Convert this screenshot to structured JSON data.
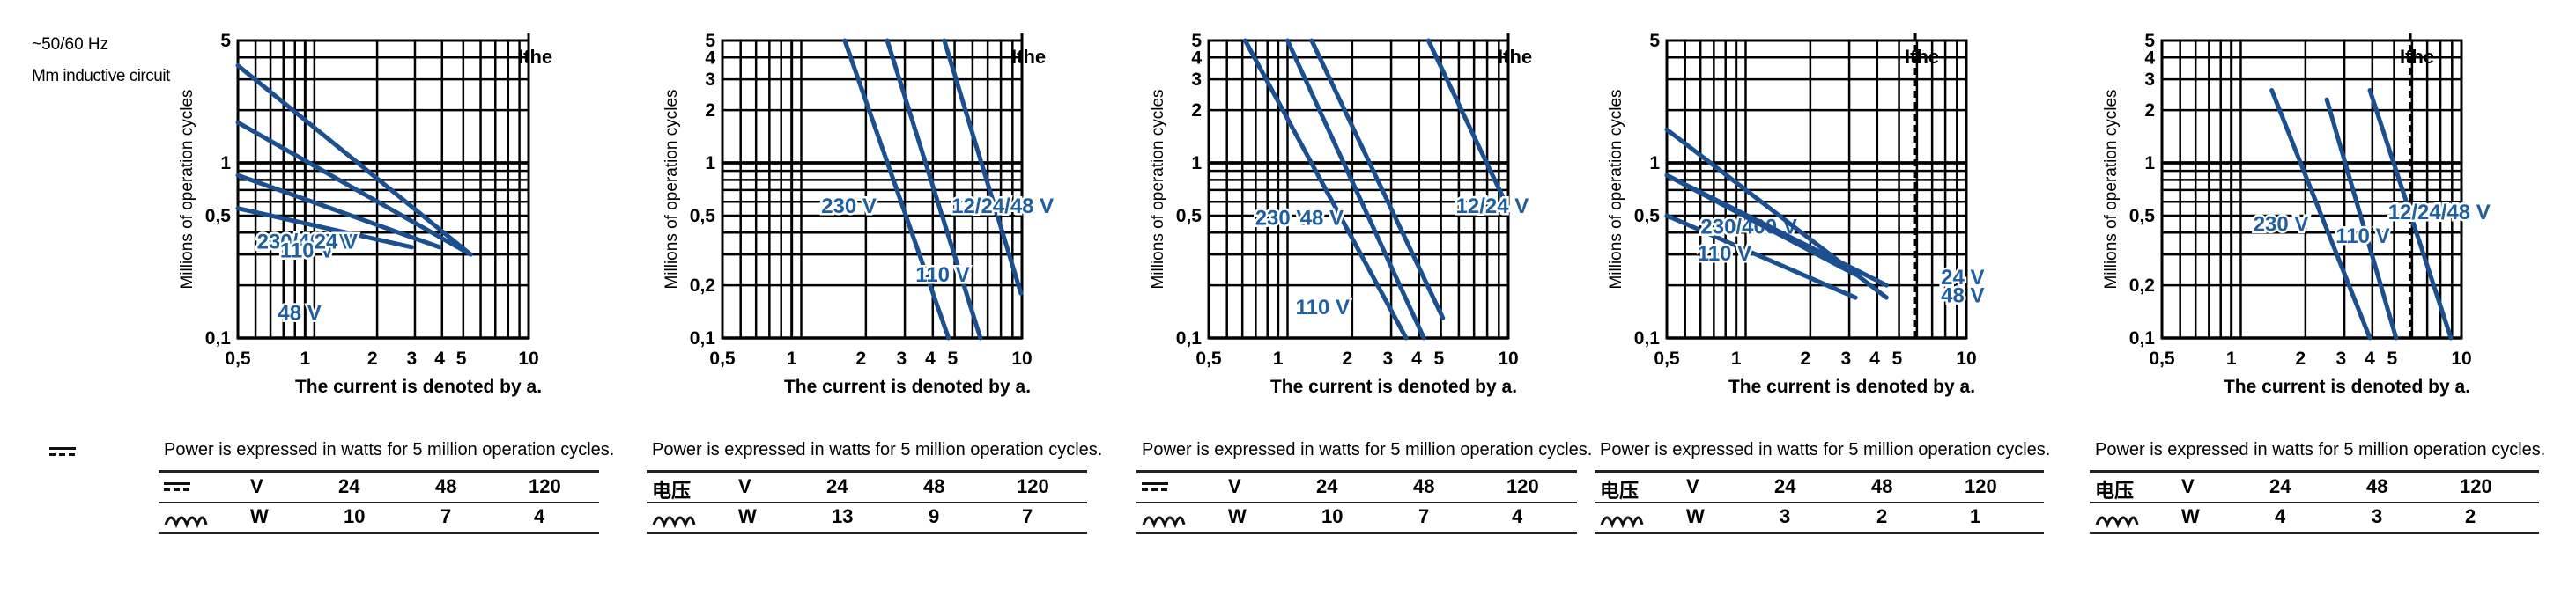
{
  "header": {
    "line1": "~50/60 Hz",
    "line2": "Mm inductive circuit"
  },
  "colors": {
    "curve": "#1b4f8f",
    "label": "#1f5fa0",
    "grid": "#000000",
    "ithe": "#000000"
  },
  "chart_data": [
    {
      "type": "line",
      "xscale": "log",
      "yscale": "log",
      "xlabel": "The current is denoted by a.",
      "ylabel": "Millions of operation cycles",
      "xlim": [
        0.5,
        10
      ],
      "ylim": [
        0.1,
        5
      ],
      "xticks": [
        "0,5",
        "1",
        "2",
        "3",
        "4",
        "5",
        "10"
      ],
      "yticks": [
        "0,1",
        "0,5",
        "1",
        "5"
      ],
      "ithe": {
        "label": "Ithe",
        "x": 10
      },
      "series": [
        {
          "name": "230/400 V",
          "x": [
            0.5,
            3.0
          ],
          "y": [
            0.55,
            0.33
          ]
        },
        {
          "name": "110 V",
          "x": [
            0.5,
            4.0
          ],
          "y": [
            0.85,
            0.33
          ]
        },
        {
          "name": "48 V",
          "x": [
            0.5,
            5.5
          ],
          "y": [
            1.7,
            0.3
          ]
        },
        {
          "name": "24 V",
          "x": [
            0.5,
            5.5
          ],
          "y": [
            3.6,
            0.3
          ]
        }
      ]
    },
    {
      "type": "line",
      "xscale": "log",
      "yscale": "log",
      "xlabel": "The current is denoted by a.",
      "ylabel": "Millions of operation cycles",
      "xlim": [
        0.5,
        10
      ],
      "ylim": [
        0.1,
        5
      ],
      "xticks": [
        "0,5",
        "1",
        "2",
        "3",
        "4",
        "5",
        "10"
      ],
      "yticks": [
        "0,1",
        "0,2",
        "0,5",
        "1",
        "2",
        "3",
        "4",
        "5"
      ],
      "ithe": {
        "label": "Ithe",
        "x": 10
      },
      "series": [
        {
          "name": "230 V",
          "x": [
            1.7,
            4.8
          ],
          "y": [
            5,
            0.1
          ]
        },
        {
          "name": "110 V",
          "x": [
            2.6,
            6.6
          ],
          "y": [
            5,
            0.1
          ]
        },
        {
          "name": "12/24/48 V",
          "x": [
            4.6,
            9.9
          ],
          "y": [
            5,
            0.18
          ]
        }
      ]
    },
    {
      "type": "line",
      "xscale": "log",
      "yscale": "log",
      "xlabel": "The current is denoted by a.",
      "ylabel": "Millions of operation cycles",
      "xlim": [
        0.5,
        10
      ],
      "ylim": [
        0.1,
        5
      ],
      "xticks": [
        "0,5",
        "1",
        "2",
        "3",
        "4",
        "5",
        "10"
      ],
      "yticks": [
        "0,1",
        "0,5",
        "1",
        "2",
        "3",
        "4",
        "5"
      ],
      "ithe": {
        "label": "Ithe",
        "x": 10
      },
      "series": [
        {
          "name": "230 V",
          "x": [
            0.72,
            3.6
          ],
          "y": [
            5,
            0.1
          ]
        },
        {
          "name": "48 V",
          "x": [
            1.1,
            4.3
          ],
          "y": [
            5,
            0.1
          ]
        },
        {
          "name": "110 V",
          "x": [
            1.4,
            5.2
          ],
          "y": [
            5,
            0.13
          ]
        },
        {
          "name": "12/24 V",
          "x": [
            4.5,
            10
          ],
          "y": [
            5,
            0.55
          ]
        }
      ]
    },
    {
      "type": "line",
      "xscale": "log",
      "yscale": "log",
      "xlabel": "The current is denoted by a.",
      "ylabel": "Millions of operation cycles",
      "xlim": [
        0.5,
        10
      ],
      "ylim": [
        0.1,
        5
      ],
      "xticks": [
        "0,5",
        "1",
        "2",
        "3",
        "4",
        "5",
        "10"
      ],
      "yticks": [
        "0,1",
        "0,5",
        "1",
        "5"
      ],
      "ithe": {
        "label": "Ithe",
        "x": 6
      },
      "series": [
        {
          "name": "230/400 V",
          "x": [
            0.5,
            3.3
          ],
          "y": [
            0.5,
            0.17
          ]
        },
        {
          "name": "110 V",
          "x": [
            0.5,
            3.3
          ],
          "y": [
            0.85,
            0.23
          ]
        },
        {
          "name": "48 V",
          "x": [
            0.5,
            4.5
          ],
          "y": [
            1.55,
            0.17
          ]
        },
        {
          "name": "24 V",
          "x": [
            0.5,
            4.5
          ],
          "y": [
            0.85,
            0.2
          ]
        }
      ]
    },
    {
      "type": "line",
      "xscale": "log",
      "yscale": "log",
      "xlabel": "The current is denoted by a.",
      "ylabel": "Millions of operation cycles",
      "xlim": [
        0.5,
        10
      ],
      "ylim": [
        0.1,
        5
      ],
      "xticks": [
        "0,5",
        "1",
        "2",
        "3",
        "4",
        "5",
        "10"
      ],
      "yticks": [
        "0,1",
        "0,2",
        "0,5",
        "1",
        "2",
        "3",
        "4",
        "5"
      ],
      "ithe": {
        "label": "Ithe",
        "x": 6
      },
      "series": [
        {
          "name": "230 V",
          "x": [
            1.5,
            4.0
          ],
          "y": [
            2.6,
            0.1
          ]
        },
        {
          "name": "110 V",
          "x": [
            2.6,
            5.2
          ],
          "y": [
            2.3,
            0.1
          ]
        },
        {
          "name": "12/24/48 V",
          "x": [
            4.0,
            9.0
          ],
          "y": [
            2.6,
            0.1
          ]
        }
      ]
    }
  ],
  "tables": [
    {
      "caption": "Power is expressed in watts for 5 million operation cycles.",
      "side_symbol": "dc",
      "row1": {
        "symbol": "dc",
        "unit": "V",
        "values": [
          "24",
          "48",
          "120"
        ]
      },
      "row2": {
        "unit": "W",
        "values": [
          "10",
          "7",
          "4"
        ]
      }
    },
    {
      "caption": "Power is expressed in watts for 5 million operation cycles.",
      "row1": {
        "label": "电压",
        "unit": "V",
        "values": [
          "24",
          "48",
          "120"
        ]
      },
      "row2": {
        "unit": "W",
        "values": [
          "13",
          "9",
          "7"
        ]
      }
    },
    {
      "caption": "Power is expressed in watts for 5 million operation cycles.",
      "row1": {
        "symbol": "dc",
        "unit": "V",
        "values": [
          "24",
          "48",
          "120"
        ]
      },
      "row2": {
        "unit": "W",
        "values": [
          "10",
          "7",
          "4"
        ]
      }
    },
    {
      "caption": "Power is expressed in watts for 5 million operation cycles.",
      "row1": {
        "label": "电压",
        "unit": "V",
        "values": [
          "24",
          "48",
          "120"
        ]
      },
      "row2": {
        "unit": "W",
        "values": [
          "3",
          "2",
          "1"
        ]
      }
    },
    {
      "caption": "Power is expressed in watts for 5 million operation cycles.",
      "row1": {
        "label": "电压",
        "unit": "V",
        "values": [
          "24",
          "48",
          "120"
        ]
      },
      "row2": {
        "unit": "W",
        "values": [
          "4",
          "3",
          "2"
        ]
      }
    }
  ]
}
